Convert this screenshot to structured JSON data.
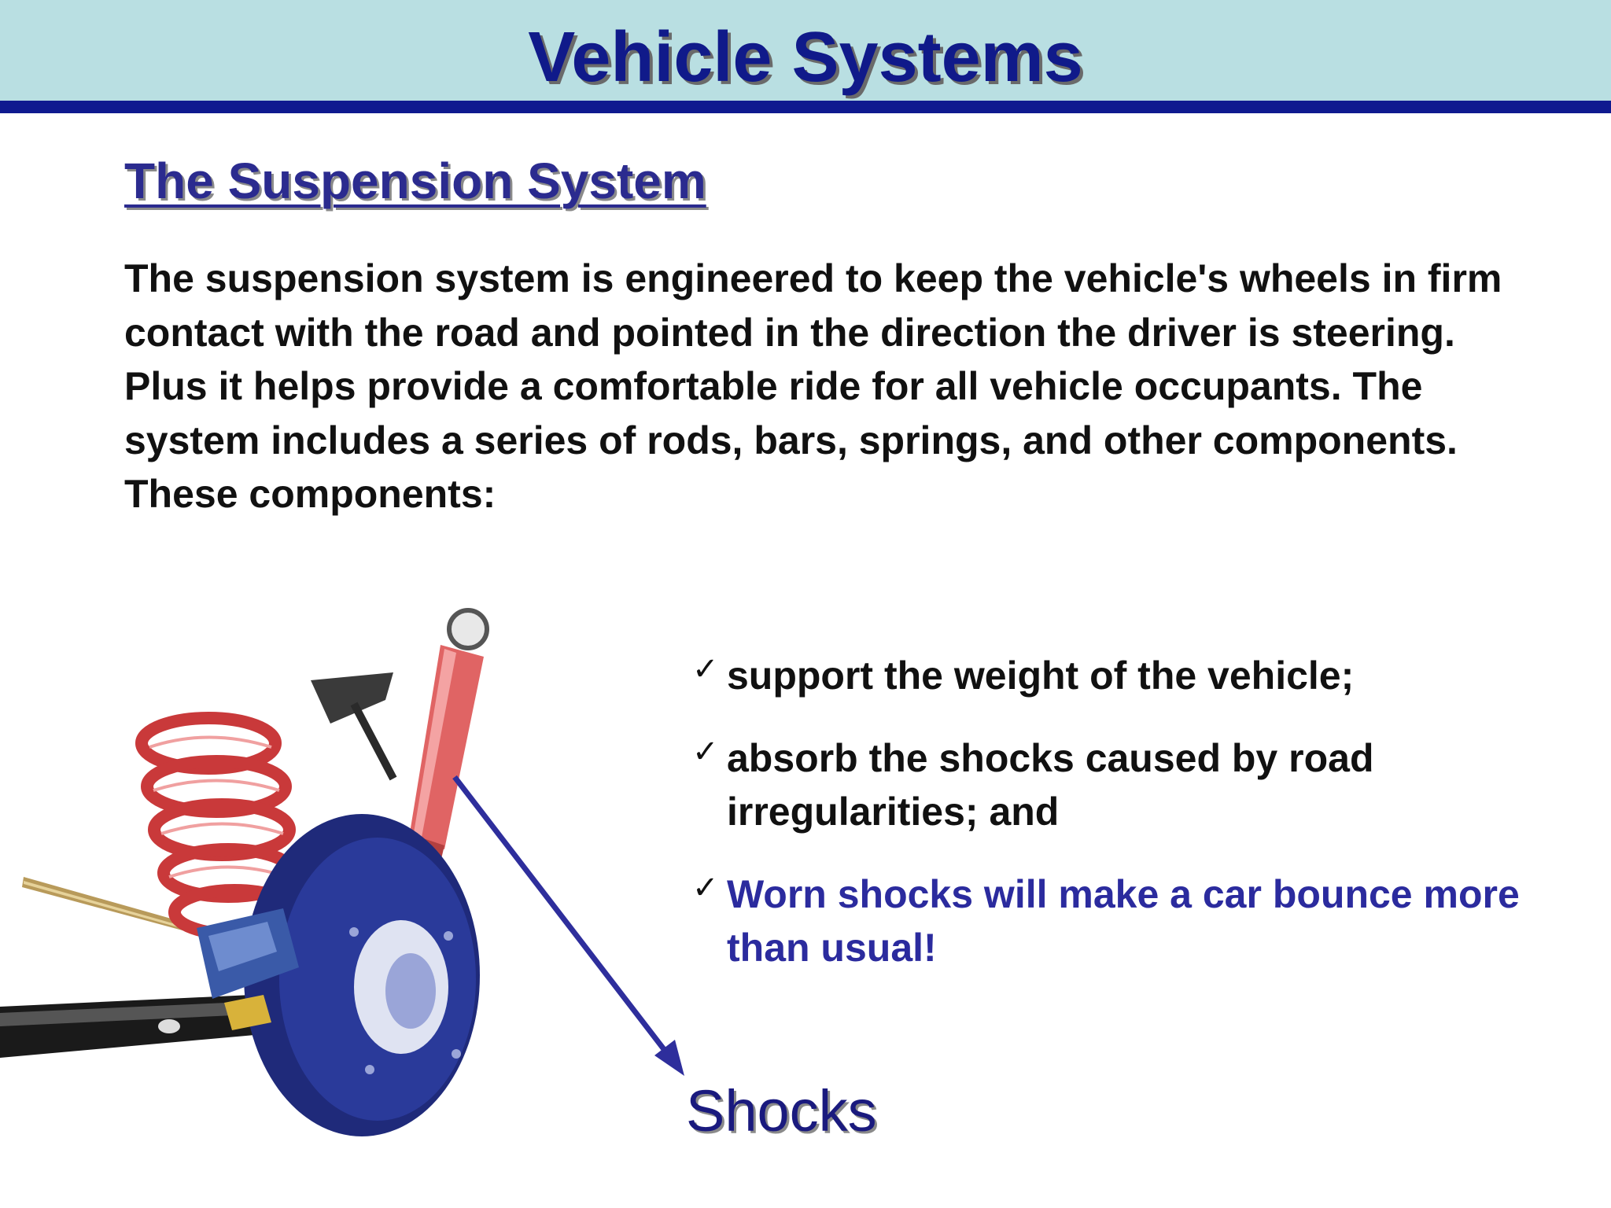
{
  "header": {
    "title": "Vehicle Systems"
  },
  "section": {
    "heading": "The Suspension System",
    "paragraph": "The suspension system is engineered  to keep the vehicle's wheels in firm contact with the road and pointed in the direction the driver is steering.  Plus it helps provide a comfortable ride for all vehicle occupants.  The system includes a series of rods, bars, springs, and other components.  These components:"
  },
  "bullets": [
    {
      "text": "support the weight of the vehicle;"
    },
    {
      "text": "absorb the shocks caused by road irregularities; and"
    },
    {
      "text": "Worn shocks will make a car bounce more than usual!"
    }
  ],
  "illustration": {
    "label": "Shocks",
    "icon": "suspension-assembly-image",
    "colors": {
      "spring": "#c9393a",
      "shock": "#e06464",
      "drum": "#2a3a9a",
      "arrow": "#2e2e9c"
    }
  }
}
